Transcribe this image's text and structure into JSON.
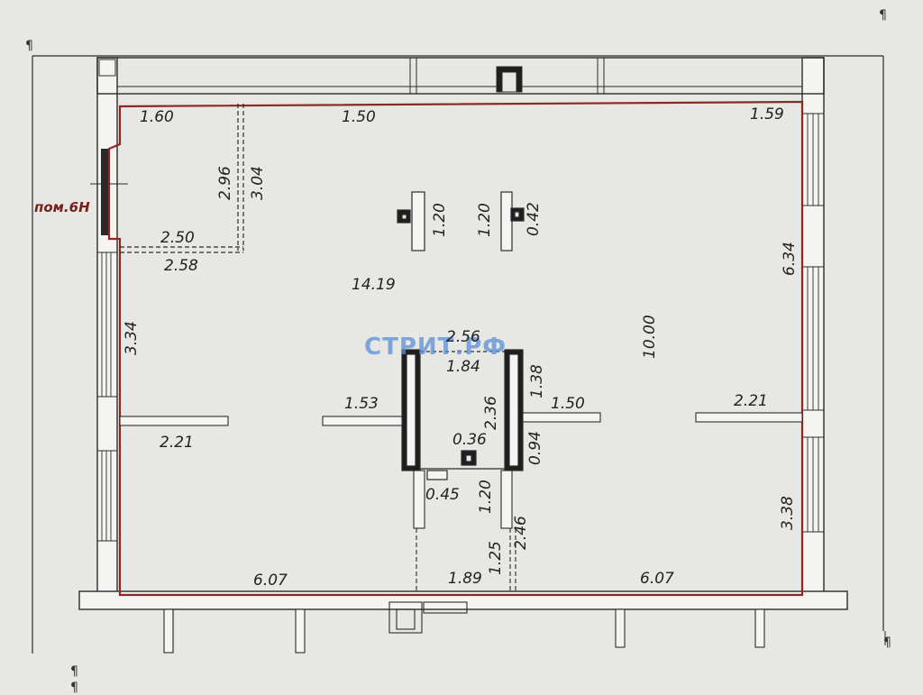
{
  "room_label": "пом.6Н",
  "watermark": "СТРИТ.РФ",
  "paragraph_mark": "¶",
  "dimensions": {
    "top_left": "1.60",
    "top_center": "1.50",
    "top_right": "1.59",
    "small_room_h1": "2.96",
    "small_room_h2": "3.04",
    "small_room_w1": "2.50",
    "small_room_w2": "2.58",
    "column1_h": "1.20",
    "column2_h": "1.20",
    "column2_w": "0.42",
    "main_span": "14.19",
    "right_upper": "6.34",
    "main_depth": "10.00",
    "left_mid": "3.34",
    "core_outer_w": "2.56",
    "core_inner_w": "1.84",
    "core_right_upper": "1.38",
    "core_height": "2.36",
    "core_right_lower": "0.94",
    "core_small": "0.36",
    "partition_left_center": "1.53",
    "partition_right_center": "1.50",
    "partition_right": "2.21",
    "partition_left": "2.21",
    "lower_small": "0.45",
    "lower_col_h": "1.20",
    "lower_gap1": "1.25",
    "lower_gap2": "2.46",
    "right_lower": "3.38",
    "bottom_left": "6.07",
    "bottom_center": "1.89",
    "bottom_right": "6.07"
  }
}
